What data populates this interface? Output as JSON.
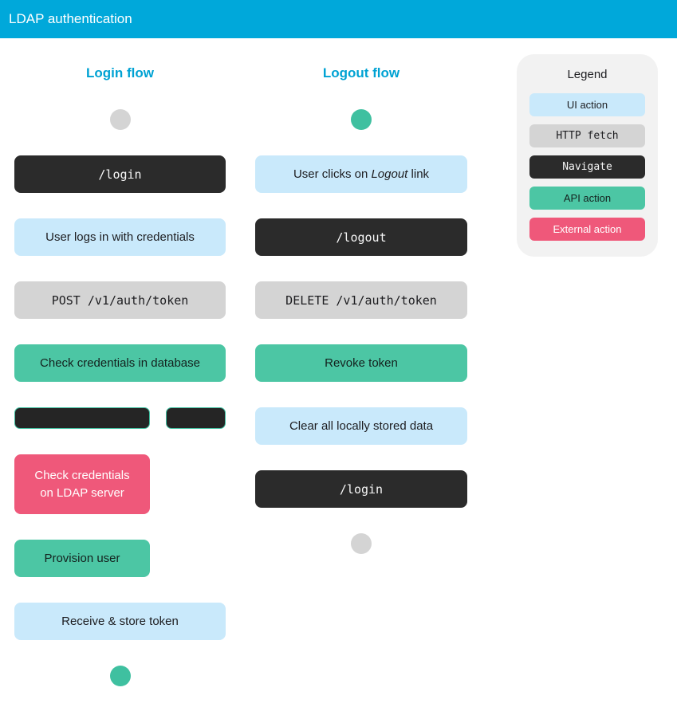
{
  "header": {
    "title": "LDAP authentication"
  },
  "colors": {
    "header_bg": "#00a8da",
    "accent_cyan": "#00a2d3",
    "ui_action": "#c9e9fb",
    "http_fetch": "#d4d4d4",
    "navigate": "#2b2b2b",
    "api_action": "#4cc6a4",
    "external_action": "#ef587a",
    "legend_bg": "#f2f2f2",
    "start_gray": "#d4d4d4",
    "end_teal": "#3fc0a0"
  },
  "legend": {
    "title": "Legend",
    "items": [
      {
        "label": "UI action",
        "type": "ui"
      },
      {
        "label": "HTTP fetch",
        "type": "http"
      },
      {
        "label": "Navigate",
        "type": "navigate"
      },
      {
        "label": "API action",
        "type": "api"
      },
      {
        "label": "External action",
        "type": "external"
      }
    ]
  },
  "login_flow": {
    "title": "Login flow",
    "start_node": "gray-circle",
    "end_node": "teal-circle",
    "nodes": [
      {
        "label": "/login",
        "type": "navigate"
      },
      {
        "label": "User logs in with credentials",
        "type": "ui"
      },
      {
        "label": "POST /v1/auth/token",
        "type": "http"
      },
      {
        "label": "Check credentials in database",
        "type": "api"
      },
      {
        "label": "Check credentials on LDAP server",
        "type": "external"
      },
      {
        "label": "Provision user",
        "type": "api"
      },
      {
        "label": "Receive & store token",
        "type": "ui"
      }
    ]
  },
  "logout_flow": {
    "title": "Logout flow",
    "start_node": "teal-circle",
    "end_node": "gray-circle",
    "nodes": [
      {
        "prefix": "User clicks on ",
        "em": "Logout",
        "suffix": " link",
        "type": "ui"
      },
      {
        "label": "/logout",
        "type": "navigate"
      },
      {
        "label": "DELETE /v1/auth/token",
        "type": "http"
      },
      {
        "label": "Revoke token",
        "type": "api"
      },
      {
        "label": "Clear all locally stored data",
        "type": "ui"
      },
      {
        "label": "/login",
        "type": "navigate"
      }
    ]
  }
}
